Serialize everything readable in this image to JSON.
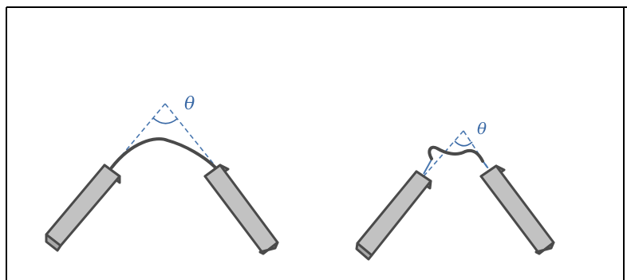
{
  "diagram": {
    "panels": [
      {
        "id": "smooth-bend",
        "angle_label": "θ",
        "cord_shape": "smooth arc"
      },
      {
        "id": "kinked-bend",
        "angle_label": "θ",
        "cord_shape": "kinked"
      }
    ],
    "colors": {
      "frame": "#000000",
      "rod_fill": "#c2c2c2",
      "rod_outline": "#4a4a4a",
      "cord": "#4a4a4a",
      "guide_lines": "#4a78b0",
      "angle_label": "#3b6aa6"
    }
  }
}
